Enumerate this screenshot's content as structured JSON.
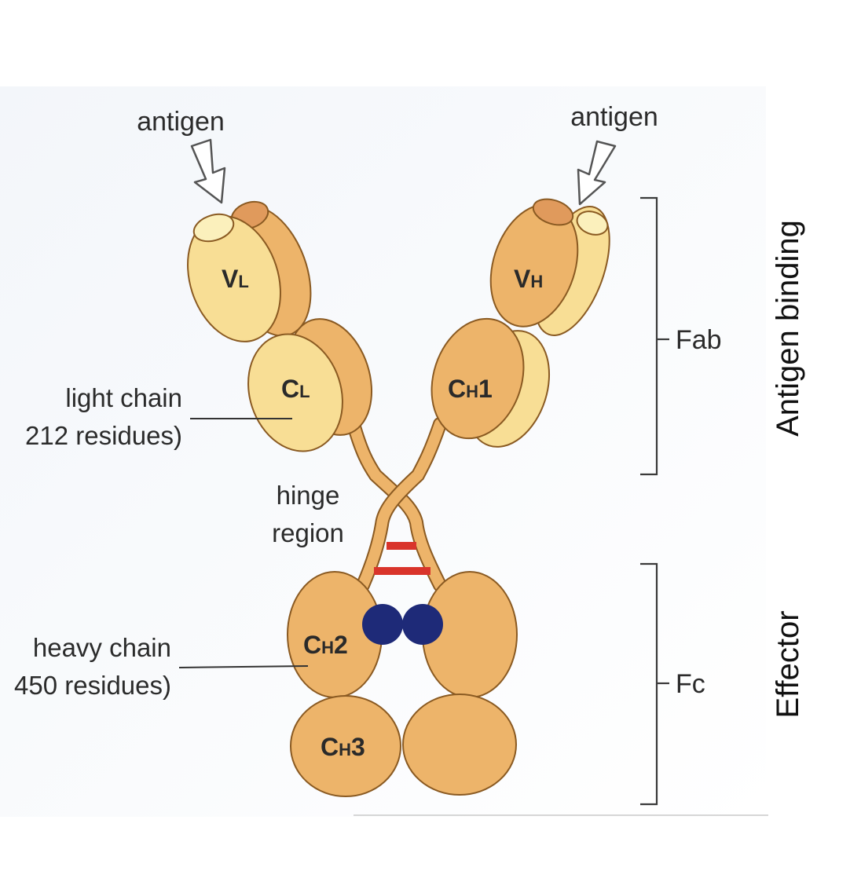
{
  "labels": {
    "antigen_left": "antigen",
    "antigen_right": "antigen",
    "light_chain_line1": "light chain",
    "light_chain_line2": "212 residues)",
    "hinge_line1": "hinge",
    "hinge_line2": "region",
    "heavy_chain_line1": "heavy chain",
    "heavy_chain_line2": "450 residues)",
    "fab": "Fab",
    "fc": "Fc",
    "antigen_binding": "Antigen binding",
    "effector": "Effector"
  },
  "domains": {
    "vl": {
      "main": "V",
      "sub": "L"
    },
    "vh": {
      "main": "V",
      "sub": "H"
    },
    "cl": {
      "main": "C",
      "sub": "L"
    },
    "ch1": {
      "main": "C",
      "sub": "H",
      "num": "1"
    },
    "ch2": {
      "main": "C",
      "sub": "H",
      "num": "2"
    },
    "ch3": {
      "main": "C",
      "sub": "H",
      "num": "3"
    }
  },
  "colors": {
    "heavy_chain": "#EDB46A",
    "light_chain": "#F8DE95",
    "antigen_site_heavy": "#E09A5C",
    "antigen_site_light": "#FBF0BC",
    "disulfide_bond": "#D9342B",
    "carbohydrate": "#1E2A78"
  }
}
